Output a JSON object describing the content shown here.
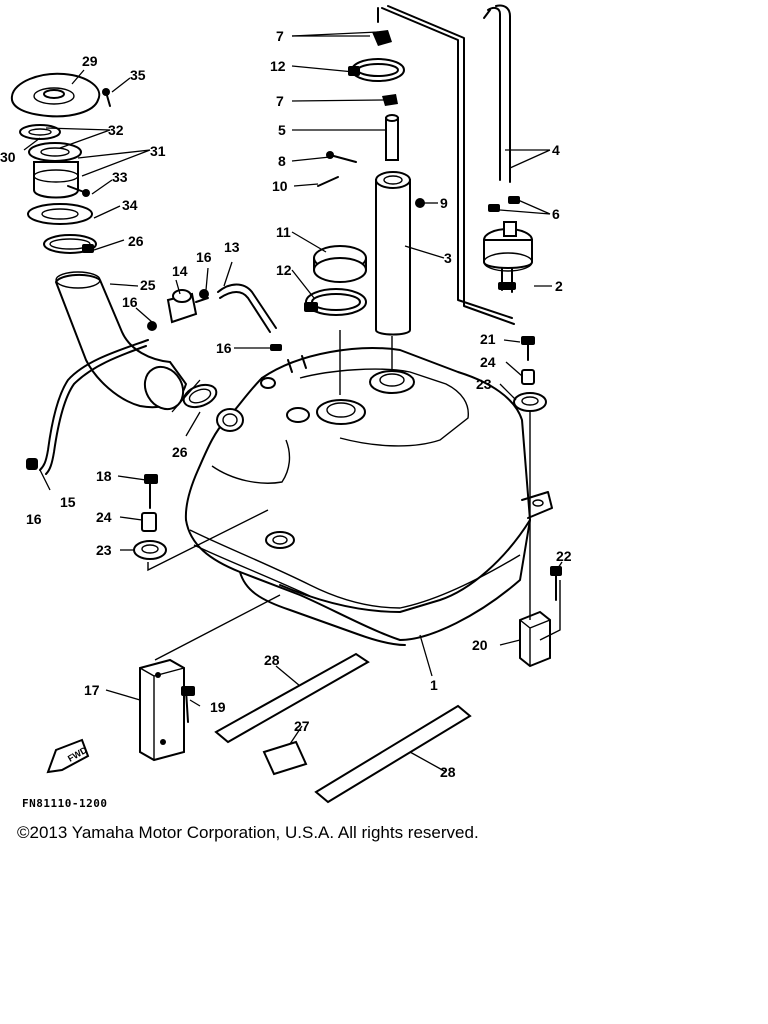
{
  "diagram": {
    "callouts": {
      "c1": "1",
      "c2": "2",
      "c3": "3",
      "c4": "4",
      "c5": "5",
      "c6": "6",
      "c7": "7",
      "c8": "8",
      "c9": "9",
      "c10": "10",
      "c11": "11",
      "c12": "12",
      "c13": "13",
      "c14": "14",
      "c15": "15",
      "c16": "16",
      "c17": "17",
      "c18": "18",
      "c19": "19",
      "c20": "20",
      "c21": "21",
      "c22": "22",
      "c23": "23",
      "c24": "24",
      "c25": "25",
      "c26": "26",
      "c27": "27",
      "c28": "28",
      "c29": "29",
      "c30": "30",
      "c31": "31",
      "c32": "32",
      "c33": "33",
      "c34": "34",
      "c35": "35"
    },
    "fwd_label": "FWD",
    "code": "FN81110-1200"
  },
  "footer": {
    "copyright": "©2013 Yamaha Motor Corporation, U.S.A. All rights reserved."
  }
}
